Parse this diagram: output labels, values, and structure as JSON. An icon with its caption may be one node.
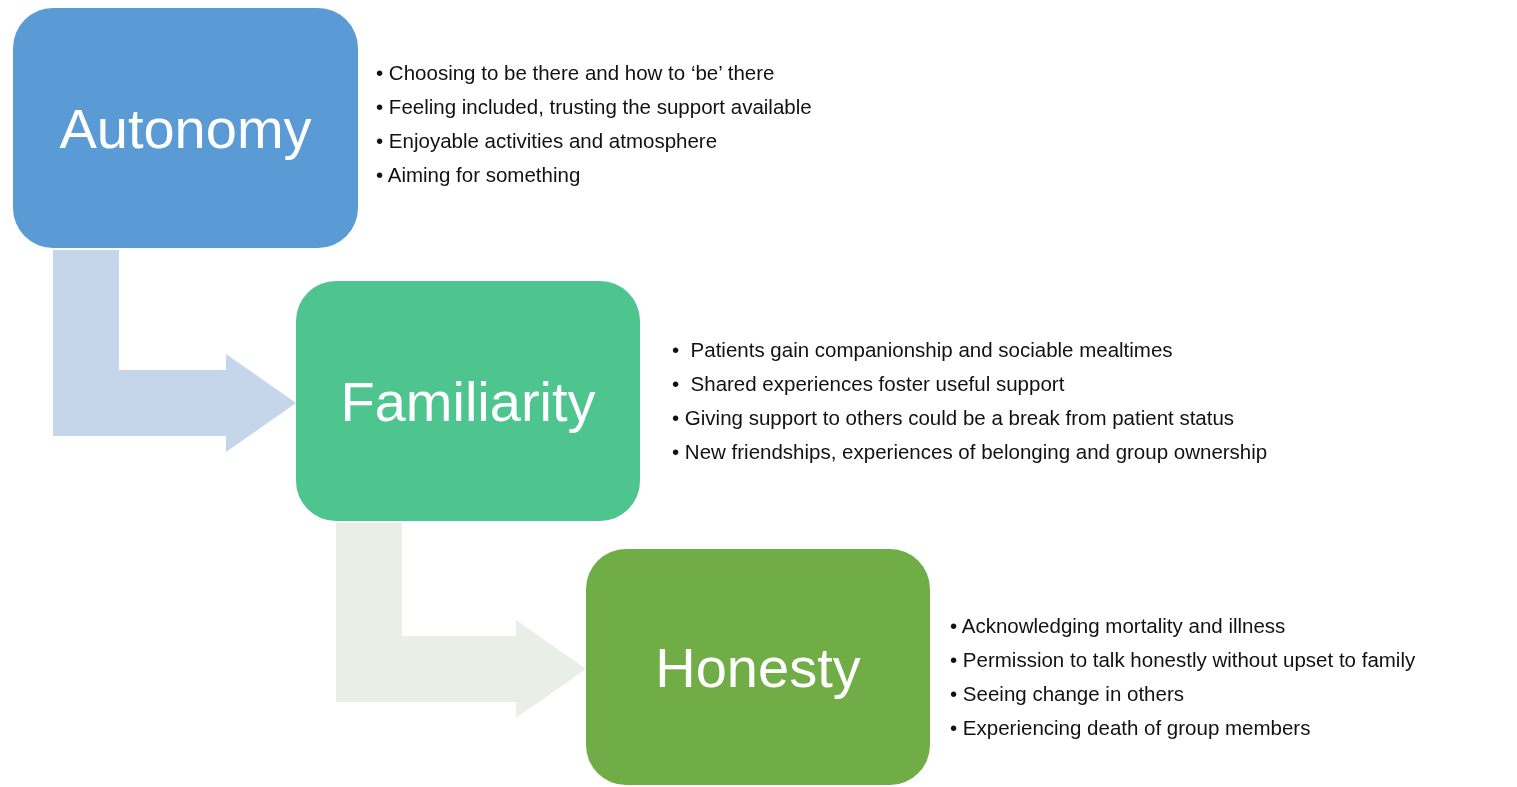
{
  "diagram": {
    "nodes": [
      {
        "text": [
          "Autonomy"
        ],
        "beside": [
          "• Choosing to be there and how to ‘be’ there",
          "• Feeling included, trusting the support available",
          "• Enjoyable activities and atmosphere",
          "• Aiming for something"
        ]
      },
      {
        "text": [
          "Familiarity"
        ],
        "beside": [
          "•  Patients gain companionship and sociable mealtimes",
          "•  Shared experiences foster useful support",
          "• Giving support to others could be a break from patient status",
          "• New friendships, experiences of belonging and group ownership"
        ]
      },
      {
        "text": [
          "Honesty"
        ],
        "beside": [
          "• Acknowledging mortality and illness",
          "• Permission to talk honestly without upset to family",
          "• Seeing change in others",
          "• Experiencing death of group members"
        ]
      }
    ],
    "edges": [
      {
        "from": 0,
        "to": 1,
        "arrow": "to",
        "color": "#c5d5ea"
      },
      {
        "from": 1,
        "to": 2,
        "arrow": "to",
        "color": "#e9efe7"
      }
    ]
  }
}
